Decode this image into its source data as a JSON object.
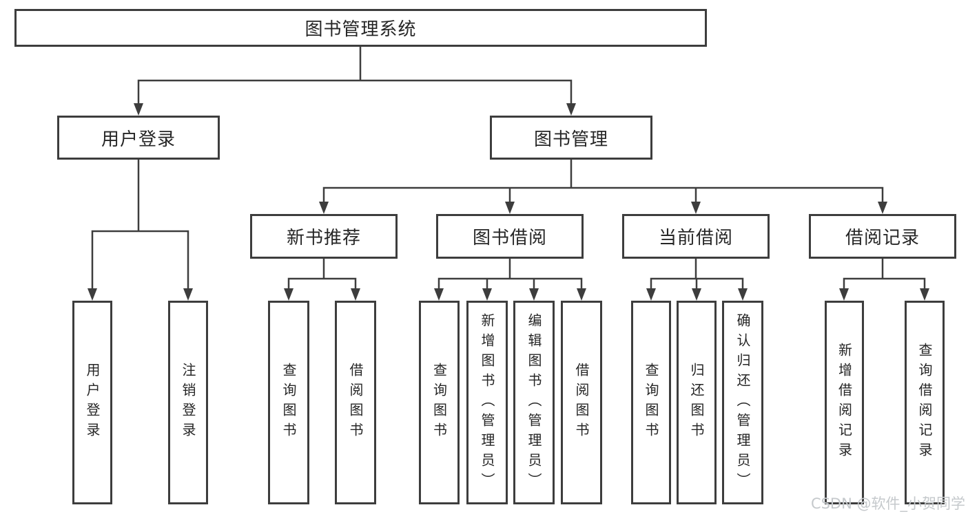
{
  "tree": {
    "root": "图书管理系统",
    "children": [
      {
        "label": "用户登录",
        "children": [
          "用户登录",
          "注销登录"
        ]
      },
      {
        "label": "图书管理",
        "children": [
          {
            "label": "新书推荐",
            "children": [
              "查询图书",
              "借阅图书"
            ]
          },
          {
            "label": "图书借阅",
            "children": [
              "查询图书",
              "新增图书（管理员）",
              "编辑图书（管理员）",
              "借阅图书"
            ]
          },
          {
            "label": "当前借阅",
            "children": [
              "查询图书",
              "归还图书",
              "确认归还（管理员）"
            ]
          },
          {
            "label": "借阅记录",
            "children": [
              "新增借阅记录",
              "查询借阅记录"
            ]
          }
        ]
      }
    ]
  },
  "watermark": "CSDN @软件_小贺同学",
  "colors": {
    "line": "#3d3d3d",
    "text": "#262626",
    "watermark": "#c5c9cc",
    "background": "#ffffff"
  }
}
